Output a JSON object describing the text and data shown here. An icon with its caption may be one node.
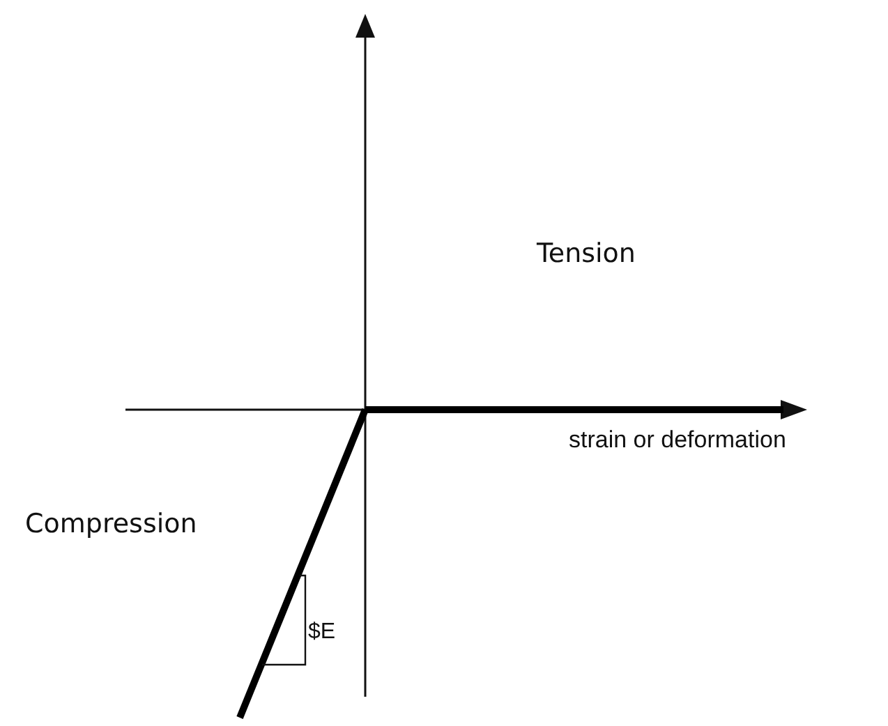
{
  "diagram": {
    "labels": [
      "Tension",
      "strain or deformation",
      "Compression",
      "$E"
    ]
  }
}
